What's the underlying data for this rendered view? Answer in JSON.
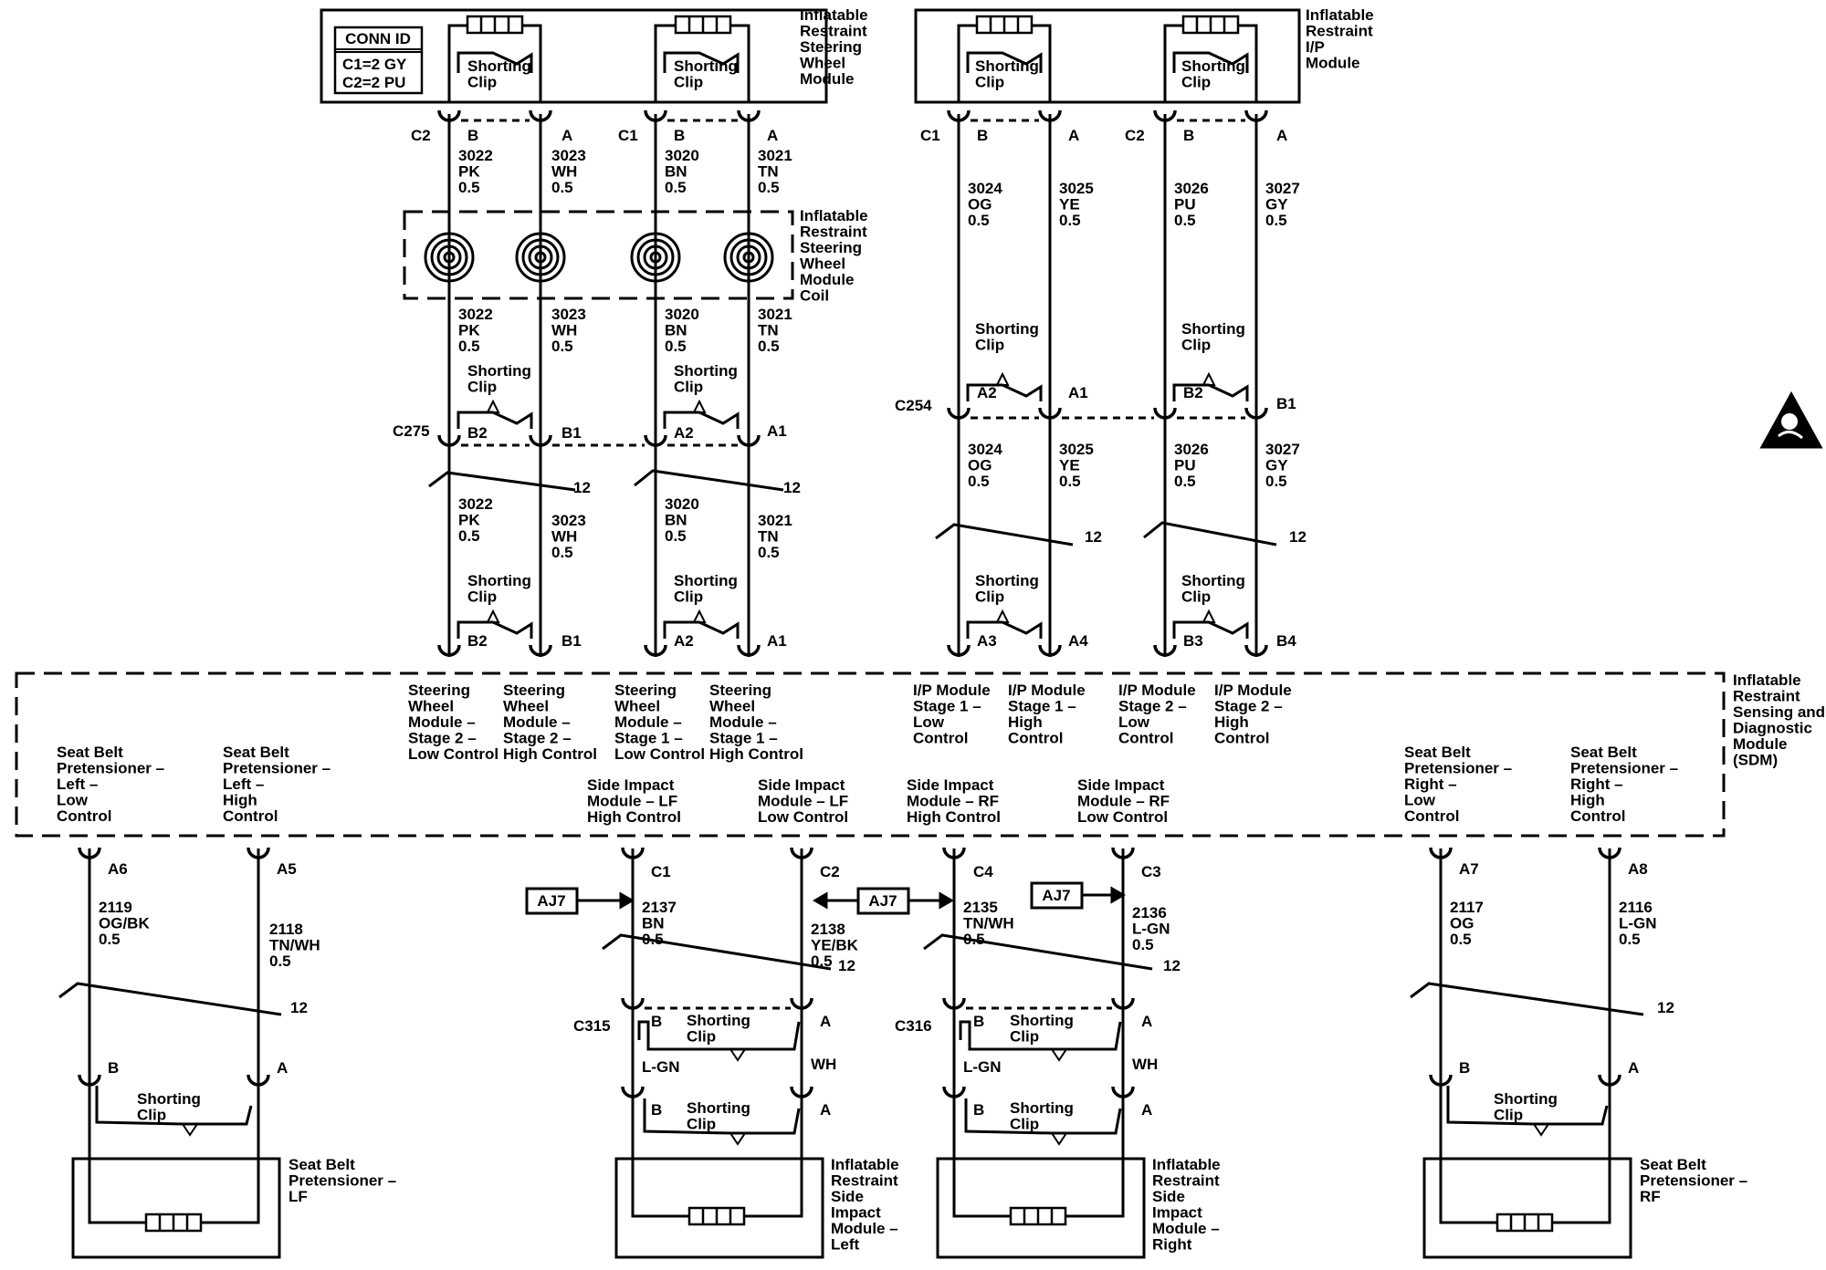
{
  "conn_id": {
    "header": "CONN ID",
    "c1": "C1=2 GY",
    "c2": "C2=2 PU"
  },
  "component_titles": {
    "steering_wheel_module": [
      "Inflatable",
      "Restraint",
      "Steering",
      "Wheel",
      "Module"
    ],
    "ip_module": [
      "Inflatable",
      "Restraint",
      "I/P",
      "Module"
    ],
    "steering_coil": [
      "Inflatable",
      "Restraint",
      "Steering",
      "Wheel",
      "Module",
      "Coil"
    ],
    "sdm": [
      "Inflatable",
      "Restraint",
      "Sensing and",
      "Diagnostic",
      "Module",
      "(SDM)"
    ],
    "pretensioner_lf": [
      "Seat Belt",
      "Pretensioner –",
      "LF"
    ],
    "pretensioner_rf": [
      "Seat Belt",
      "Pretensioner –",
      "RF"
    ],
    "side_left": [
      "Inflatable",
      "Restraint",
      "Side",
      "Impact",
      "Module –",
      "Left"
    ],
    "side_right": [
      "Inflatable",
      "Restraint",
      "Side",
      "Impact",
      "Module –",
      "Right"
    ]
  },
  "shorting_clip": [
    "Shorting",
    "Clip"
  ],
  "twist_label": "12",
  "connectors": {
    "c2": "C2",
    "c1": "C1",
    "c275": "C275",
    "c254": "C254",
    "c315": "C315",
    "c316": "C316",
    "c3": "C3",
    "c4": "C4"
  },
  "pins": {
    "a": "A",
    "b": "B",
    "a1": "A1",
    "a2": "A2",
    "a3": "A3",
    "a4": "A4",
    "a5": "A5",
    "a6": "A6",
    "a7": "A7",
    "a8": "A8",
    "b1": "B1",
    "b2": "B2",
    "b3": "B3",
    "b4": "B4",
    "c1": "C1",
    "c2": "C2",
    "c3": "C3",
    "c4": "C4"
  },
  "wires": {
    "w3022": [
      "3022",
      "PK",
      "0.5"
    ],
    "w3023": [
      "3023",
      "WH",
      "0.5"
    ],
    "w3020": [
      "3020",
      "BN",
      "0.5"
    ],
    "w3021": [
      "3021",
      "TN",
      "0.5"
    ],
    "w3024": [
      "3024",
      "OG",
      "0.5"
    ],
    "w3025": [
      "3025",
      "YE",
      "0.5"
    ],
    "w3026": [
      "3026",
      "PU",
      "0.5"
    ],
    "w3027": [
      "3027",
      "GY",
      "0.5"
    ],
    "w2119": [
      "2119",
      "OG/BK",
      "0.5"
    ],
    "w2118": [
      "2118",
      "TN/WH",
      "0.5"
    ],
    "w2137": [
      "2137",
      "BN",
      "0.5"
    ],
    "w2138": [
      "2138",
      "YE/BK",
      "0.5"
    ],
    "w2135": [
      "2135",
      "TN/WH",
      "0.5"
    ],
    "w2136": [
      "2136",
      "L-GN",
      "0.5"
    ],
    "w2117": [
      "2117",
      "OG",
      "0.5"
    ],
    "w2116": [
      "2116",
      "L-GN",
      "0.5"
    ],
    "lgn": "L-GN",
    "wh": "WH"
  },
  "sdm_circuits": {
    "sw_s2_low": [
      "Steering",
      "Wheel",
      "Module –",
      "Stage 2 –",
      "Low Control"
    ],
    "sw_s2_high": [
      "Steering",
      "Wheel",
      "Module –",
      "Stage 2 –",
      "High Control"
    ],
    "sw_s1_low": [
      "Steering",
      "Wheel",
      "Module –",
      "Stage 1 –",
      "Low Control"
    ],
    "sw_s1_high": [
      "Steering",
      "Wheel",
      "Module –",
      "Stage 1 –",
      "High Control"
    ],
    "ip_s1_low": [
      "I/P Module",
      "Stage 1 –",
      "Low",
      "Control"
    ],
    "ip_s1_high": [
      "I/P Module",
      "Stage 1 –",
      "High",
      "Control"
    ],
    "ip_s2_low": [
      "I/P Module",
      "Stage 2 –",
      "Low",
      "Control"
    ],
    "ip_s2_high": [
      "I/P Module",
      "Stage 2 –",
      "High",
      "Control"
    ],
    "sb_left_low": [
      "Seat Belt",
      "Pretensioner –",
      "Left –",
      "Low",
      "Control"
    ],
    "sb_left_high": [
      "Seat Belt",
      "Pretensioner –",
      "Left –",
      "High",
      "Control"
    ],
    "si_lf_high": [
      "Side Impact",
      "Module – LF",
      "High Control"
    ],
    "si_lf_low": [
      "Side Impact",
      "Module – LF",
      "Low Control"
    ],
    "si_rf_high": [
      "Side Impact",
      "Module – RF",
      "High Control"
    ],
    "si_rf_low": [
      "Side Impact",
      "Module – RF",
      "Low Control"
    ],
    "sb_right_low": [
      "Seat Belt",
      "Pretensioner –",
      "Right –",
      "Low",
      "Control"
    ],
    "sb_right_high": [
      "Seat Belt",
      "Pretensioner –",
      "Right –",
      "High",
      "Control"
    ]
  },
  "aj7": "AJ7",
  "icons": {
    "corner": "airbag-warning-icon"
  }
}
